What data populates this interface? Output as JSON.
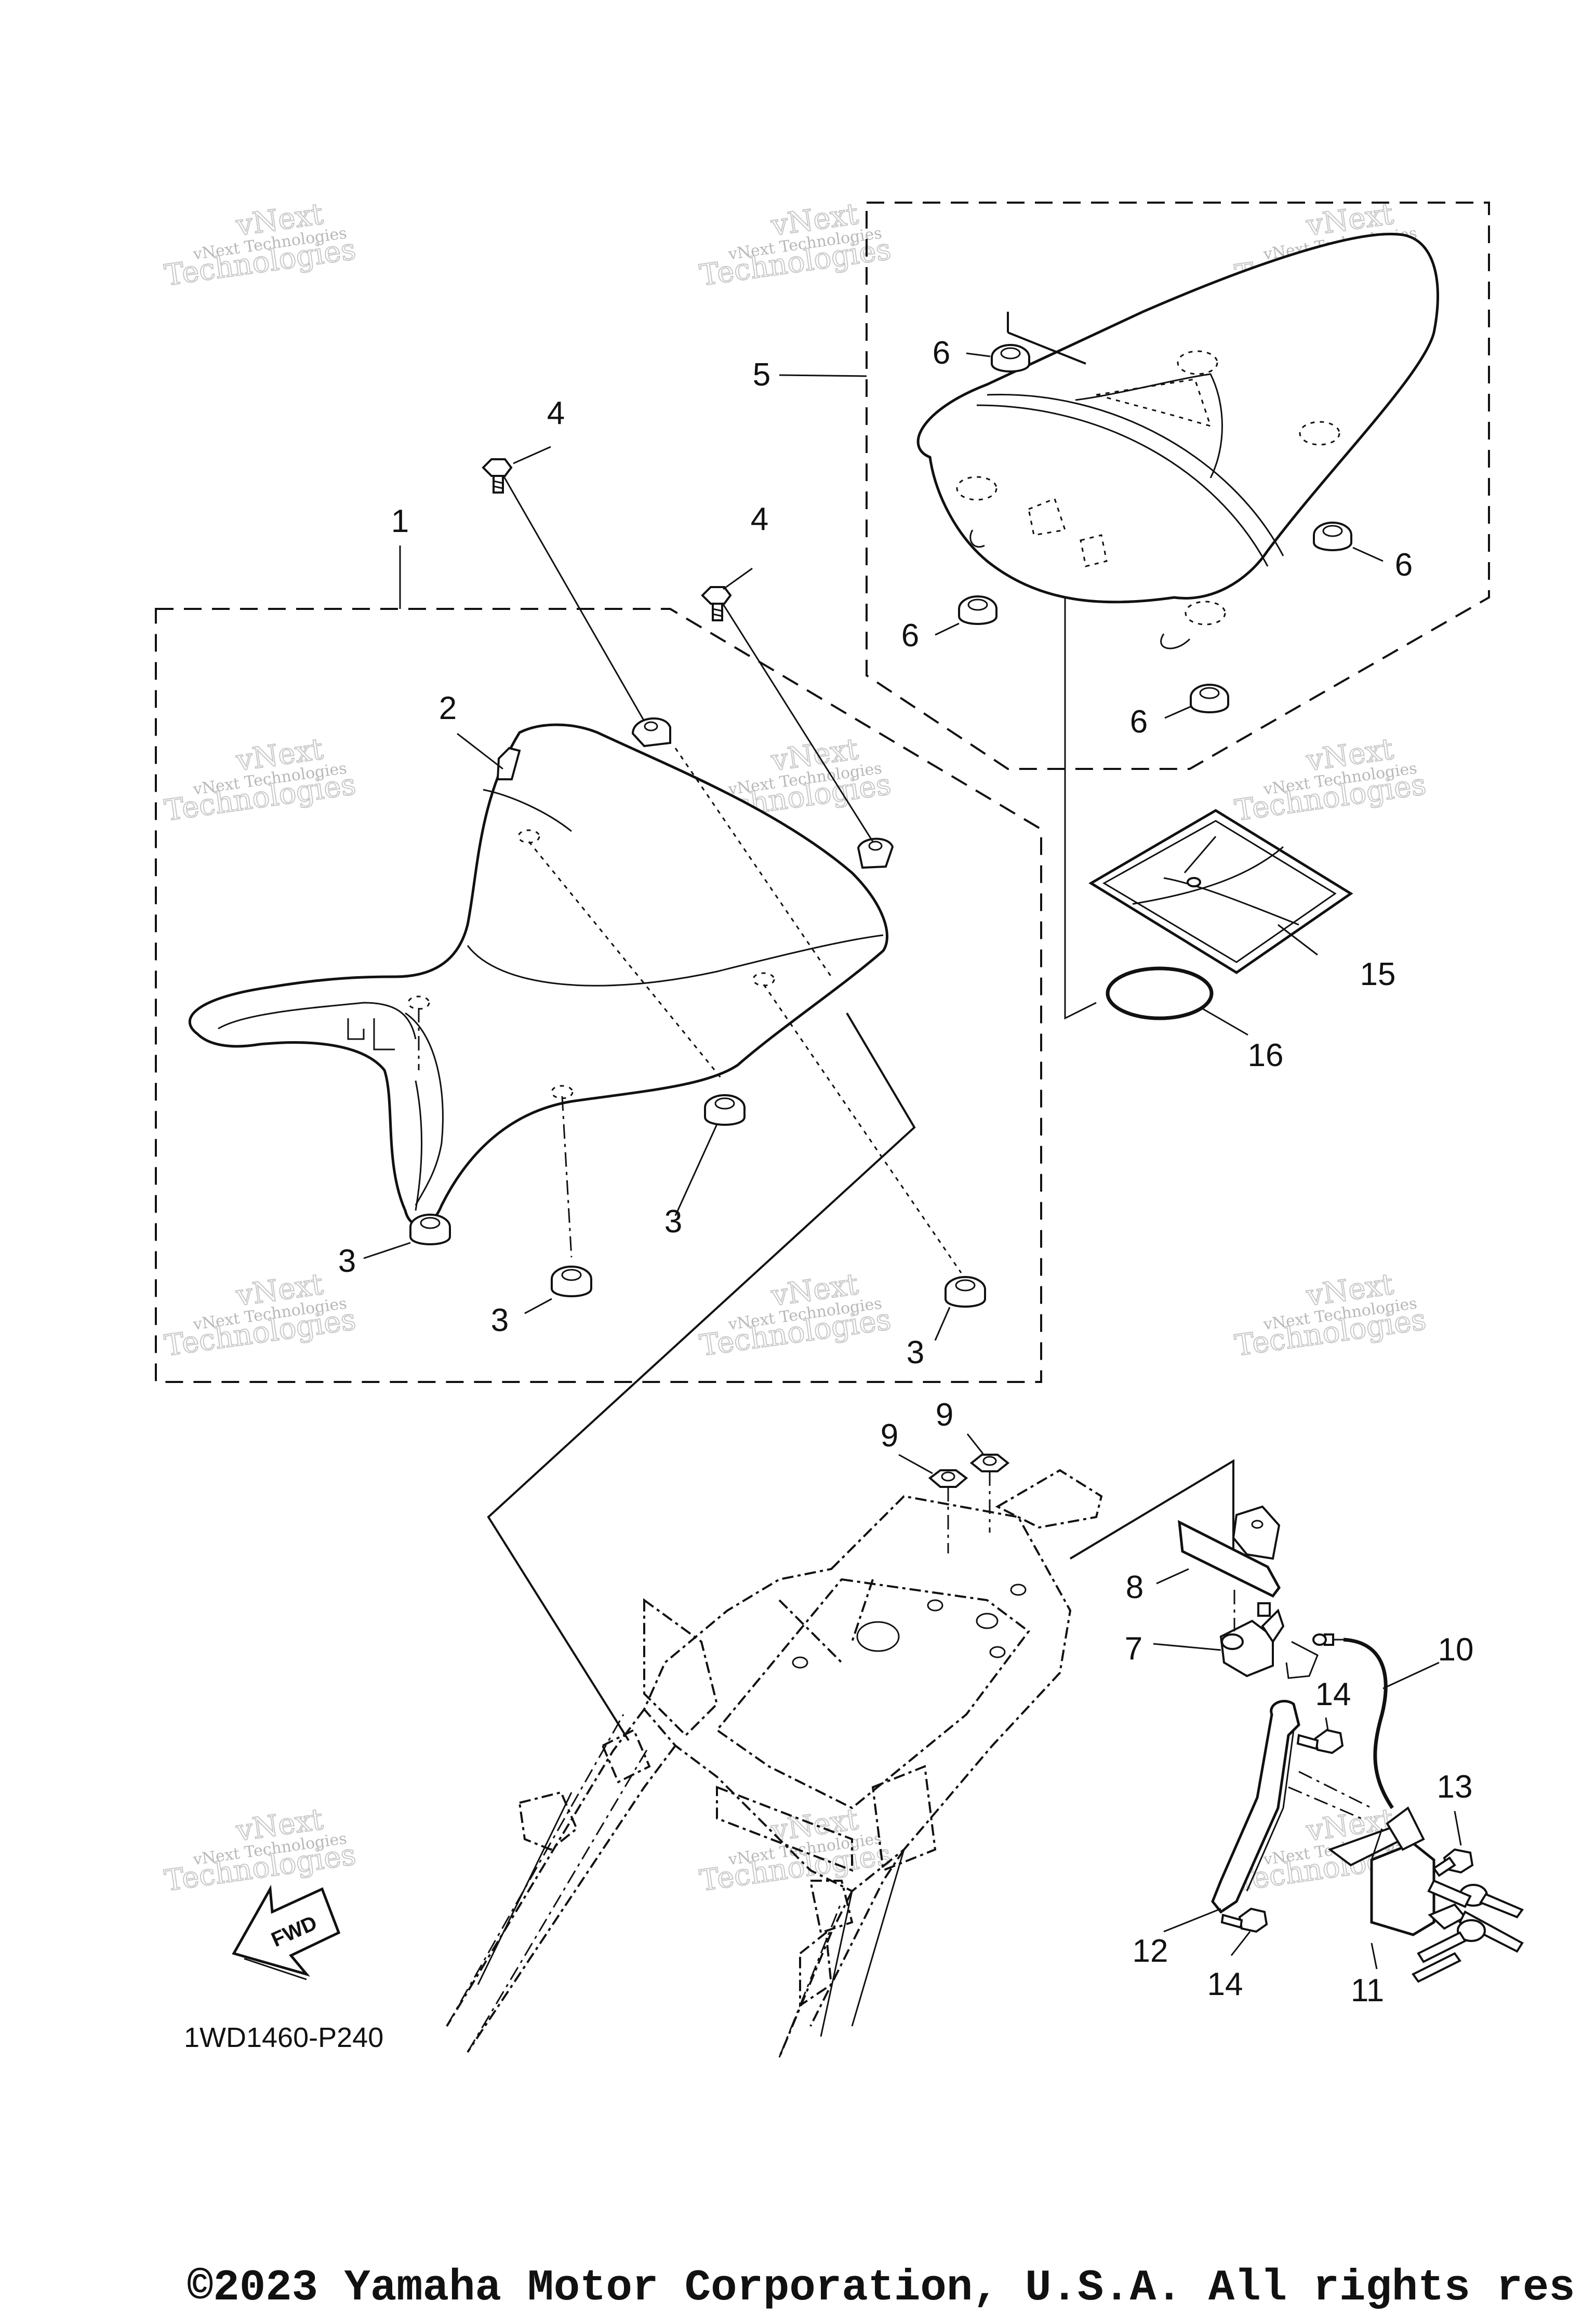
{
  "diagram": {
    "part_code": "1WD1460-P240",
    "copyright": "©2023 Yamaha Motor Corporation, U.S.A. All rights res",
    "fwd_label": "FWD",
    "watermark_line1": "vNext Technologies",
    "watermark_line2": "Technologies",
    "watermark_top": "vNext",
    "callouts": [
      {
        "id": "c1",
        "label": "1"
      },
      {
        "id": "c2",
        "label": "2"
      },
      {
        "id": "c3a",
        "label": "3"
      },
      {
        "id": "c3b",
        "label": "3"
      },
      {
        "id": "c3c",
        "label": "3"
      },
      {
        "id": "c3d",
        "label": "3"
      },
      {
        "id": "c4a",
        "label": "4"
      },
      {
        "id": "c4b",
        "label": "4"
      },
      {
        "id": "c5",
        "label": "5"
      },
      {
        "id": "c6a",
        "label": "6"
      },
      {
        "id": "c6b",
        "label": "6"
      },
      {
        "id": "c6c",
        "label": "6"
      },
      {
        "id": "c6d",
        "label": "6"
      },
      {
        "id": "c7",
        "label": "7"
      },
      {
        "id": "c8",
        "label": "8"
      },
      {
        "id": "c9a",
        "label": "9"
      },
      {
        "id": "c9b",
        "label": "9"
      },
      {
        "id": "c10",
        "label": "10"
      },
      {
        "id": "c11",
        "label": "11"
      },
      {
        "id": "c12",
        "label": "12"
      },
      {
        "id": "c13",
        "label": "13"
      },
      {
        "id": "c14a",
        "label": "14"
      },
      {
        "id": "c14b",
        "label": "14"
      },
      {
        "id": "c15",
        "label": "15"
      },
      {
        "id": "c16",
        "label": "16"
      }
    ]
  }
}
